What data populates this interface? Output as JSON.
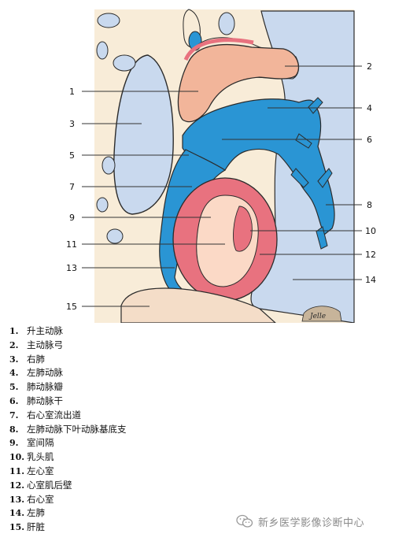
{
  "colors": {
    "background": "#f8ecd8",
    "lung": "#c9d9ee",
    "pulmonary_artery": "#2a95d4",
    "myocardium": "#e8727f",
    "aorta": "#f2b59a",
    "cavity": "#fbd9c6",
    "liver": "#f4ddc8"
  },
  "figure": {
    "callout_numbers": [
      "1",
      "2",
      "3",
      "4",
      "5",
      "6",
      "7",
      "8",
      "9",
      "10",
      "11",
      "12",
      "13",
      "14",
      "15"
    ],
    "signature": "Jelle"
  },
  "legend": [
    {
      "num": "1.",
      "label": "升主动脉"
    },
    {
      "num": "2.",
      "label": "主动脉弓"
    },
    {
      "num": "3.",
      "label": "右肺"
    },
    {
      "num": "4.",
      "label": "左肺动脉"
    },
    {
      "num": "5.",
      "label": "肺动脉瓣"
    },
    {
      "num": "6.",
      "label": "肺动脉干"
    },
    {
      "num": "7.",
      "label": "右心室流出道"
    },
    {
      "num": "8.",
      "label": "左肺动脉下叶动脉基底支"
    },
    {
      "num": "9.",
      "label": "室间隔"
    },
    {
      "num": "10.",
      "label": "乳头肌"
    },
    {
      "num": "11.",
      "label": "左心室"
    },
    {
      "num": "12.",
      "label": "心室肌后壁"
    },
    {
      "num": "13.",
      "label": "右心室"
    },
    {
      "num": "14.",
      "label": "左肺"
    },
    {
      "num": "15.",
      "label": "肝脏"
    }
  ],
  "watermark": {
    "text": "新乡医学影像诊断中心",
    "icon": "wechat-icon"
  }
}
